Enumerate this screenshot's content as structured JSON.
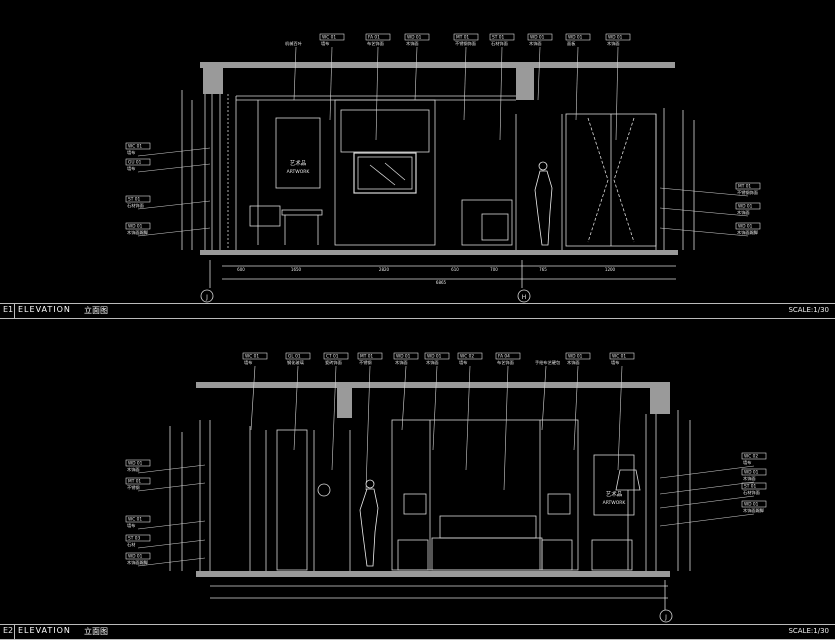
{
  "e1": {
    "sheet_id": "E1",
    "title": "ELEVATION",
    "title_cn": "立面图",
    "scale": "SCALE:1/30",
    "grid_left": "J",
    "grid_right": "H",
    "total_dim": "6865",
    "dims": [
      "600",
      "1650",
      "2820",
      "610",
      "700",
      "765",
      "1200"
    ],
    "artwork_cn": "艺术品",
    "artwork_en": "ARTWORK",
    "tags_top": [
      {
        "code": "",
        "desc": "机械百叶"
      },
      {
        "code": "WC 01",
        "desc": "墙布"
      },
      {
        "code": "FA 01",
        "desc": "布艺饰面"
      },
      {
        "code": "WD 01",
        "desc": "木饰面"
      },
      {
        "code": "MT 01",
        "desc": "不锈钢饰面"
      },
      {
        "code": "ST 01",
        "desc": "石材饰面"
      },
      {
        "code": "WD 01",
        "desc": "木饰面"
      },
      {
        "code": "WD 01",
        "desc": "面板"
      },
      {
        "code": "WD 01",
        "desc": "木饰面"
      }
    ],
    "tags_left": [
      {
        "code": "WC 01",
        "desc": "墙布"
      },
      {
        "code": "GU 01",
        "desc": "墙布"
      },
      {
        "code": "ST 01",
        "desc": "石材饰面"
      },
      {
        "code": "WD 01",
        "desc": "木饰面踢脚"
      }
    ],
    "tags_right": [
      {
        "code": "MT 01",
        "desc": "不锈钢饰面"
      },
      {
        "code": "WD 01",
        "desc": "木饰面"
      },
      {
        "code": "WD 01",
        "desc": "木饰面踢脚"
      }
    ]
  },
  "e2": {
    "sheet_id": "E2",
    "title": "ELEVATION",
    "title_cn": "立面图",
    "scale": "SCALE:1/30",
    "grid_right": "J",
    "artwork_cn": "艺术品",
    "artwork_en": "ARTWORK",
    "tags_top": [
      {
        "code": "WC 01",
        "desc": "墙布"
      },
      {
        "code": "GL 01",
        "desc": "钢化玻璃"
      },
      {
        "code": "CT 01",
        "desc": "瓷砖饰面"
      },
      {
        "code": "MT 01",
        "desc": "不锈钢"
      },
      {
        "code": "WD 01",
        "desc": "木饰面"
      },
      {
        "code": "WD 01",
        "desc": "木饰面"
      },
      {
        "code": "WC 02",
        "desc": "墙布"
      },
      {
        "code": "FA 04",
        "desc": "布艺饰面"
      },
      {
        "code": "",
        "desc": "手绘布艺硬包"
      },
      {
        "code": "WD 01",
        "desc": "木饰面"
      },
      {
        "code": "WC 01",
        "desc": "墙布"
      }
    ],
    "tags_left": [
      {
        "code": "WD 01",
        "desc": "木饰面"
      },
      {
        "code": "MT 01",
        "desc": "不锈钢"
      },
      {
        "code": "WC 01",
        "desc": "墙布"
      },
      {
        "code": "ST 03",
        "desc": "石材"
      },
      {
        "code": "WD 01",
        "desc": "木饰面踢脚"
      }
    ],
    "tags_right": [
      {
        "code": "WC 02",
        "desc": "墙布"
      },
      {
        "code": "WD 01",
        "desc": "木饰面"
      },
      {
        "code": "ST 01",
        "desc": "石材饰面"
      },
      {
        "code": "WD 01",
        "desc": "木饰面踢脚"
      }
    ]
  }
}
